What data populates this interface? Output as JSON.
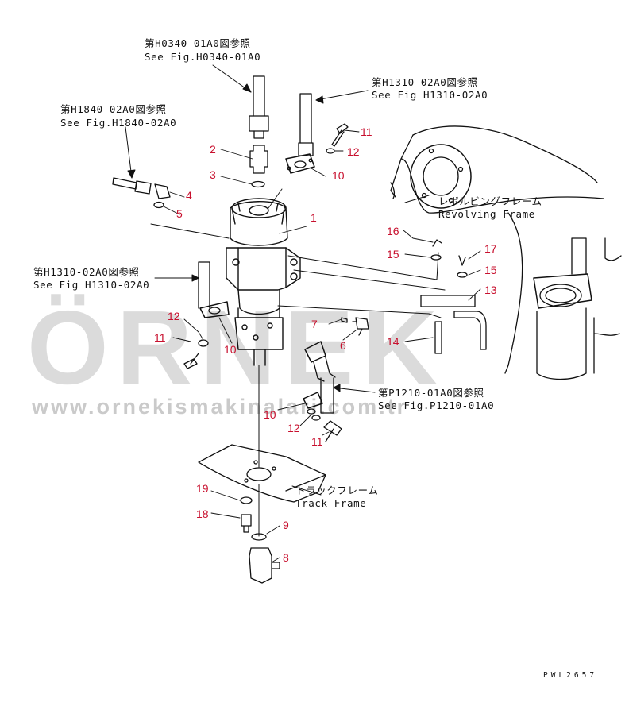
{
  "watermark": {
    "brand": "ÖRNEK",
    "url": "www.ornekismakinalari.com.tr"
  },
  "references": {
    "ref_top": {
      "jp": "第H0340-01A0図参照",
      "en": "See Fig.H0340-01A0"
    },
    "ref_right_top": {
      "jp": "第H1310-02A0図参照",
      "en": "See Fig H1310-02A0"
    },
    "ref_left_top": {
      "jp": "第H1840-02A0図参照",
      "en": "See Fig.H1840-02A0"
    },
    "ref_left_mid": {
      "jp": "第H1310-02A0図参照",
      "en": "See Fig H1310-02A0"
    },
    "ref_right_mid": {
      "jp": "第P1210-01A0図参照",
      "en": "See Fig.P1210-01A0"
    }
  },
  "frames": {
    "revolving": {
      "jp": "レボルビングフレーム",
      "en": "Revolving Frame"
    },
    "track": {
      "jp": "トラックフレーム",
      "en": "Track Frame"
    }
  },
  "part_numbers": {
    "n1": "1",
    "n2": "2",
    "n3": "3",
    "n4": "4",
    "n5": "5",
    "n6": "6",
    "n7": "7",
    "n8": "8",
    "n9": "9",
    "n10a": "10",
    "n10b": "10",
    "n10c": "10",
    "n11a": "11",
    "n11b": "11",
    "n11c": "11",
    "n12a": "12",
    "n12b": "12",
    "n12c": "12",
    "n13": "13",
    "n14": "14",
    "n15a": "15",
    "n15b": "15",
    "n16": "16",
    "n17": "17",
    "n18": "18",
    "n19": "19"
  },
  "drawing_code": "PWL2657",
  "colors": {
    "line": "#111111",
    "callout": "#c8102e",
    "watermark": "#aaaaaa"
  }
}
